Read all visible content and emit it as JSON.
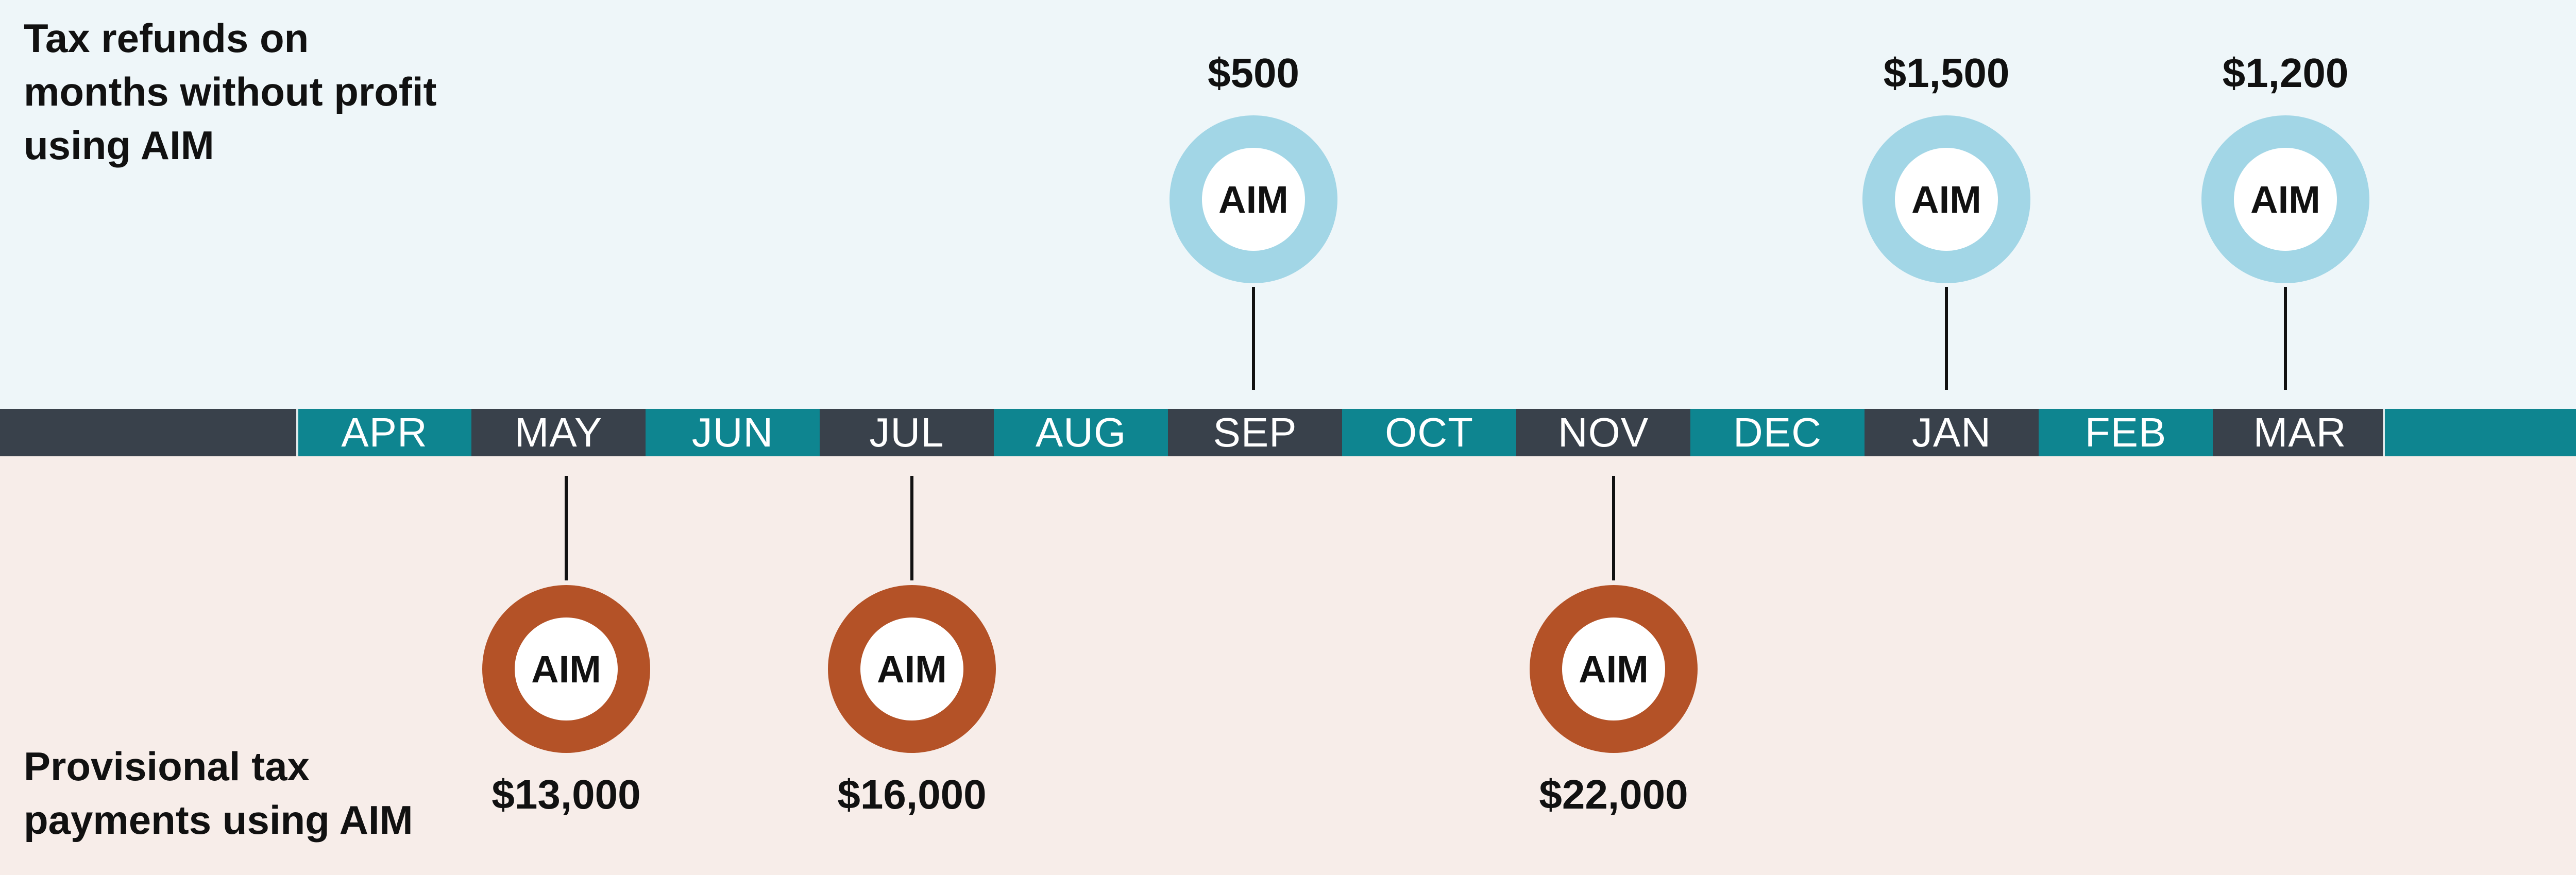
{
  "refunds": {
    "title_lines": [
      "Tax refunds on",
      "months without profit",
      "using AIM"
    ],
    "events": [
      {
        "month": "SEP",
        "amount": "$500",
        "badge": "AIM"
      },
      {
        "month": "JAN",
        "amount": "$1,500",
        "badge": "AIM"
      },
      {
        "month": "MAR",
        "amount": "$1,200",
        "badge": "AIM"
      }
    ]
  },
  "payments": {
    "title_lines": [
      "Provisional tax",
      "payments using AIM"
    ],
    "events": [
      {
        "month": "MAY",
        "amount": "$13,000",
        "badge": "AIM"
      },
      {
        "month": "JUL",
        "amount": "$16,000",
        "badge": "AIM"
      },
      {
        "month": "NOV",
        "amount": "$22,000",
        "badge": "AIM"
      }
    ]
  },
  "timeline": {
    "months": [
      {
        "label": "APR",
        "color": "#0e8590"
      },
      {
        "label": "MAY",
        "color": "#39414b"
      },
      {
        "label": "JUN",
        "color": "#0e8590"
      },
      {
        "label": "JUL",
        "color": "#39414b"
      },
      {
        "label": "AUG",
        "color": "#0e8590"
      },
      {
        "label": "SEP",
        "color": "#39414b"
      },
      {
        "label": "OCT",
        "color": "#0e8590"
      },
      {
        "label": "NOV",
        "color": "#39414b"
      },
      {
        "label": "DEC",
        "color": "#0e8590"
      },
      {
        "label": "JAN",
        "color": "#39414b"
      },
      {
        "label": "FEB",
        "color": "#0e8590"
      },
      {
        "label": "MAR",
        "color": "#39414b"
      }
    ]
  },
  "colors": {
    "refund_ring": "#a2d6e6",
    "payment_ring": "#b45227",
    "teal": "#0e8590",
    "dark": "#39414b",
    "top_bg": "#eef6f9",
    "bottom_bg": "#f7ede9"
  }
}
